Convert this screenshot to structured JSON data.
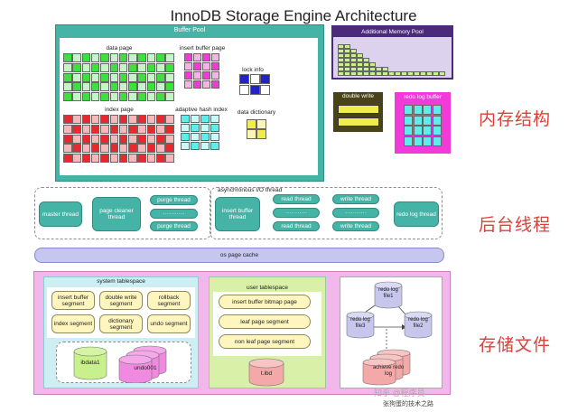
{
  "title": "InnoDB Storage Engine Architecture",
  "buffer_pool": {
    "label": "Buffer Pool",
    "data_page": "data page",
    "insert_buffer_page": "insert buffer page",
    "lock_info": "lock info",
    "index_page": "index page",
    "adaptive_hash_index": "adaptive hash index",
    "data_dictionary": "data dictionary"
  },
  "additional_memory_pool": "Additional Memory Pool",
  "double_write": "double write",
  "redo_log_buffer": "redo log buffer",
  "section_labels": {
    "memory": "内存结构",
    "threads": "后台线程",
    "files": "存储文件"
  },
  "threads": {
    "master": "master thread",
    "page_cleaner": "page cleaner thread",
    "purge1": "purge thread",
    "purge_dots": "···········",
    "purge2": "purge thread",
    "async_io": "asynchronous I/O thread",
    "insert_buffer": "insert buffer thread",
    "read1": "read thread",
    "read_dots": "···········",
    "read2": "read thread",
    "write1": "write thread",
    "write_dots": "···········",
    "write2": "write thread",
    "redo_log": "redo log thread"
  },
  "os_page_cache": "os page cache",
  "system_tablespace": {
    "label": "system tablespace",
    "insert_buffer_segment": "insert buffer segment",
    "double_write_segment": "double write segment",
    "rollback_segment": "rollback segment",
    "index_segment": "index segment",
    "dictionary_segment": "dictionary segment",
    "undo_segment": "undo segment",
    "ibdata1": "ibdata1",
    "undo001": "undo001"
  },
  "user_tablespace": {
    "label": "user tablespace",
    "insert_buffer_bitmap_page": "insert buffer bitmap page",
    "leaf_page_segment": "leaf page segment",
    "non_leaf_page_segment": "non leaf page segment",
    "t_ibd": "t.ibd"
  },
  "redo_logs": {
    "file1": "redo log file1",
    "file3": "redo log file3",
    "file2": "redo log file2",
    "achieve": "achieve redo log"
  },
  "watermark": "知乎 @程序员",
  "watermark2": "张狗蛋的技术之路",
  "colors": {
    "teal": "#45b3a6",
    "green": "#3ee03e",
    "magenta": "#f23ad9",
    "pink": "#f3b6e4",
    "blue": "#2222c8",
    "red": "#e8282f",
    "cyan": "#5fecec",
    "yellow": "#f0ec4c",
    "purple": "#4b2a7b",
    "lightgreen": "#c8f08c",
    "accent_red": "#d9413a"
  }
}
